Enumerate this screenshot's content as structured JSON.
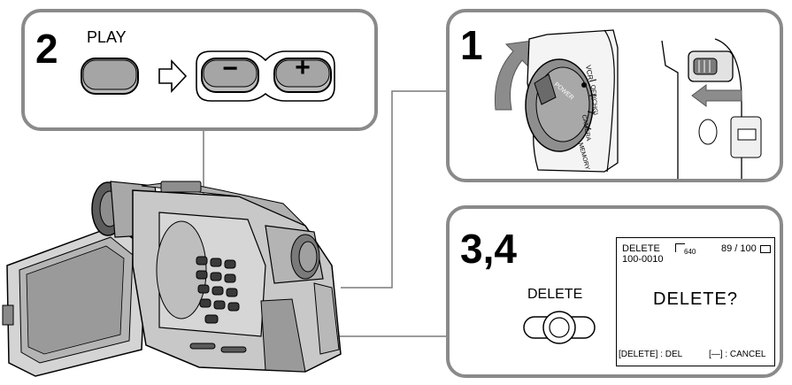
{
  "step2": {
    "number": "2",
    "play_label": "PLAY",
    "minus_symbol": "−",
    "plus_symbol": "+"
  },
  "step1": {
    "number": "1",
    "dial_labels": {
      "vcr": "VCR",
      "off_chg": "OFF(CHG)",
      "camera": "CAMERA",
      "memory": "MEMORY",
      "power": "POWER"
    }
  },
  "step34": {
    "number": "3,4",
    "delete_label": "DELETE",
    "screen": {
      "mode": "DELETE",
      "file_number": "100-0010",
      "image_size": "640",
      "counter": "89 / 100",
      "prompt": "DELETE?",
      "left_hint": "[DELETE] : DEL",
      "right_hint": "[—] : CANCEL"
    }
  },
  "colors": {
    "panel_border": "#8a8a8a",
    "leader_line": "#7a7a7a",
    "arrow_gray": "#8c8c8c",
    "camera_body": "#c8c8c8",
    "camera_dark": "#6e6e6e"
  }
}
